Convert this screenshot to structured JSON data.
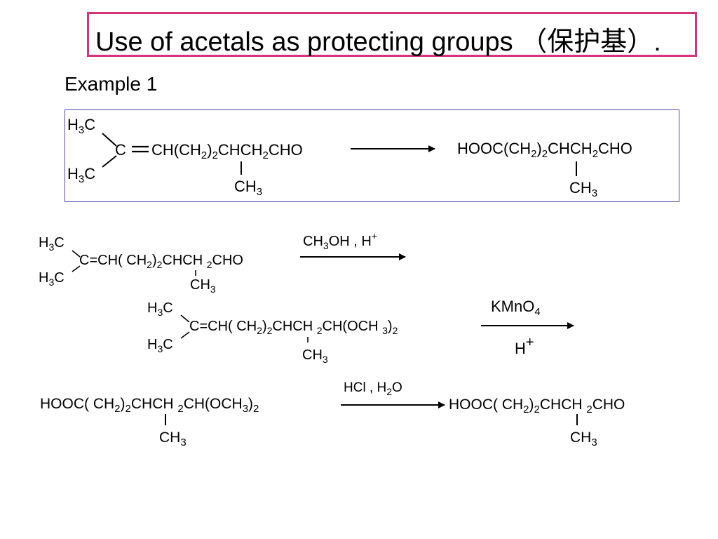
{
  "title": {
    "text": "Use of acetals as protecting groups （保护基）.",
    "border_color": "#d6337a"
  },
  "example_label": "Example 1",
  "scheme_box_color": "#4a4aa6",
  "molecules": {
    "box_start": {
      "methyl_top": [
        "H",
        "3",
        "C"
      ],
      "methyl_bottom": [
        "H",
        "3",
        "C"
      ],
      "alkene_c": "C",
      "chain": [
        "CH(CH",
        "2",
        ")",
        "2",
        "CHCH",
        "2",
        "CHO"
      ],
      "branch": [
        "CH",
        "3"
      ]
    },
    "box_end": {
      "chain": [
        "HOOC(CH",
        "2",
        ")",
        "2",
        "CHCH",
        "2",
        "CHO"
      ],
      "branch": [
        "CH",
        "3"
      ]
    },
    "step1_start": {
      "methyl_top": [
        "H",
        "3",
        "C"
      ],
      "methyl_bottom": [
        "H",
        "3",
        "C"
      ],
      "chain": [
        "C",
        "=",
        "CH( CH",
        "2",
        ")",
        "2",
        "CHCH ",
        "2",
        "CHO"
      ],
      "branch": [
        "CH",
        "3"
      ]
    },
    "acetal": {
      "methyl_top": [
        "H",
        "3",
        "C"
      ],
      "methyl_bottom": [
        "H",
        "3",
        "C"
      ],
      "chain": [
        "C",
        "=",
        "CH( CH",
        "2",
        ")",
        "2",
        "CHCH ",
        "2",
        "CH(OCH ",
        "3",
        ")",
        "2"
      ],
      "branch": [
        "CH",
        "3"
      ]
    },
    "acid_acetal": {
      "chain": [
        "HOOC( CH",
        "2",
        ")",
        "2",
        "CHCH ",
        "2",
        "CH(OCH",
        "3",
        ")",
        "2"
      ],
      "branch": [
        "CH",
        "3"
      ]
    },
    "final": {
      "chain": [
        "HOOC( CH",
        "2",
        ")",
        "2",
        "CHCH ",
        "2",
        "CHO"
      ],
      "branch": [
        "CH",
        "3"
      ]
    }
  },
  "reagents": {
    "step1": [
      "CH",
      "3",
      "OH , H",
      "+"
    ],
    "step2_top": [
      "KMnO",
      "4"
    ],
    "step2_bottom": [
      "H",
      "+"
    ],
    "step3": [
      "HCl , H",
      "2",
      "O"
    ]
  }
}
